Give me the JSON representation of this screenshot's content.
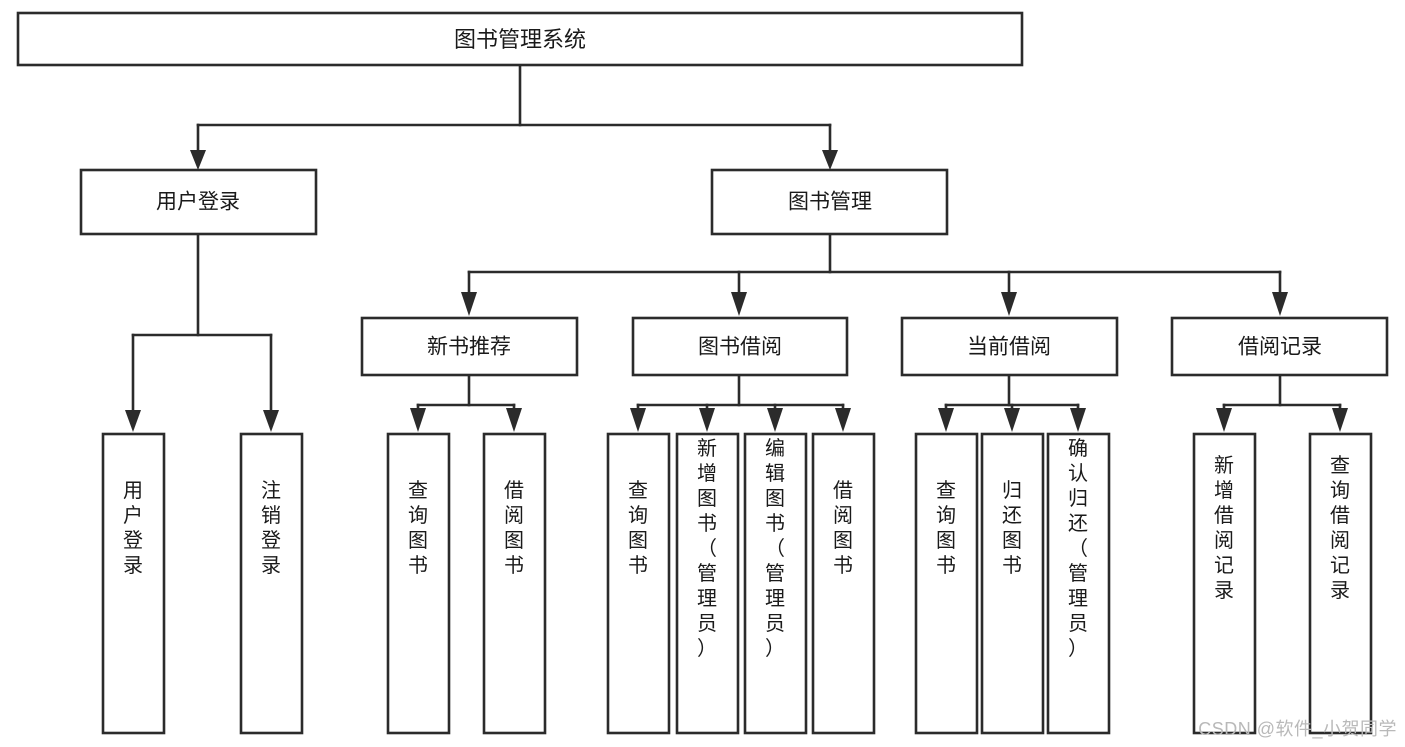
{
  "diagram": {
    "title": "图书管理系统",
    "watermark": "CSDN @软件_小贺同学",
    "type": "tree",
    "accent_color": "#2b2b2b",
    "background_color": "#ffffff",
    "nodes": {
      "root": {
        "label": "图书管理系统"
      },
      "level2": [
        {
          "id": "user-login",
          "label": "用户登录"
        },
        {
          "id": "book-manage",
          "label": "图书管理"
        }
      ],
      "level3": [
        {
          "id": "new-book-recommend",
          "label": "新书推荐"
        },
        {
          "id": "book-borrow",
          "label": "图书借阅"
        },
        {
          "id": "current-borrow",
          "label": "当前借阅"
        },
        {
          "id": "borrow-record",
          "label": "借阅记录"
        }
      ],
      "leaves": {
        "user-login": [
          {
            "id": "leaf-user-login",
            "label": "用户登录"
          },
          {
            "id": "leaf-logout-login",
            "label": "注销登录"
          }
        ],
        "new-book-recommend": [
          {
            "id": "leaf-query-book-1",
            "label": "查询图书"
          },
          {
            "id": "leaf-borrow-book-1",
            "label": "借阅图书"
          }
        ],
        "book-borrow": [
          {
            "id": "leaf-query-book-2",
            "label": "查询图书"
          },
          {
            "id": "leaf-add-book",
            "label": "新增图书（管理员）"
          },
          {
            "id": "leaf-edit-book",
            "label": "编辑图书（管理员）"
          },
          {
            "id": "leaf-borrow-book-2",
            "label": "借阅图书"
          }
        ],
        "current-borrow": [
          {
            "id": "leaf-query-book-3",
            "label": "查询图书"
          },
          {
            "id": "leaf-return-book",
            "label": "归还图书"
          },
          {
            "id": "leaf-confirm-return",
            "label": "确认归还（管理员）"
          }
        ],
        "borrow-record": [
          {
            "id": "leaf-add-record",
            "label": "新增借阅记录"
          },
          {
            "id": "leaf-query-record",
            "label": "查询借阅记录"
          }
        ]
      }
    }
  }
}
